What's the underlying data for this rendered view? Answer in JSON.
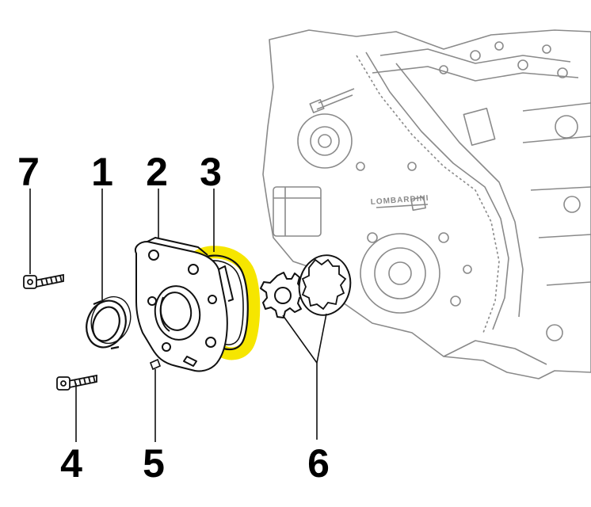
{
  "callouts": {
    "c1": "1",
    "c2": "2",
    "c3": "3",
    "c4": "4",
    "c5": "5",
    "c6": "6",
    "c7": "7"
  },
  "engine_text": "LOMBARDINI",
  "colors": {
    "highlight": "#f6e600",
    "line": "#111111",
    "engine_line": "#8a8a8a",
    "background": "#ffffff"
  }
}
